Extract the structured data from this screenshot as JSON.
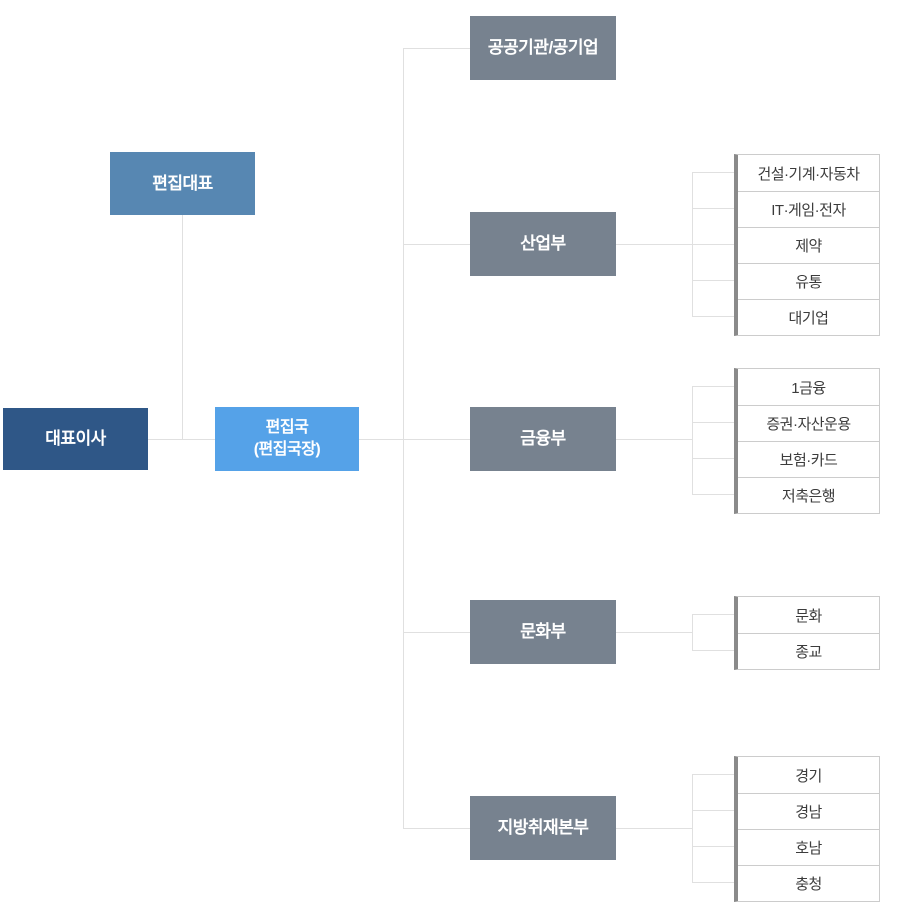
{
  "colors": {
    "ceo_box": "#2f5787",
    "editorial_rep_box": "#5787b2",
    "editorial_bureau_box": "#55a2e8",
    "department_box": "#77828f",
    "box_text": "#ffffff",
    "sub_item_text": "#3c3c3c",
    "sub_item_border": "#cccccc",
    "sub_item_accent_border": "#8a8a8a",
    "connector_line": "#e0e0e0"
  },
  "nodes": {
    "ceo": {
      "label": "대표이사"
    },
    "editorial_rep": {
      "label": "편집대표"
    },
    "editorial_bureau": {
      "label": "편집국\n(편집국장)"
    }
  },
  "departments": [
    {
      "label": "공공기관/공기업",
      "items": []
    },
    {
      "label": "산업부",
      "items": [
        "건설·기계·자동차",
        "IT·게임·전자",
        "제약",
        "유통",
        "대기업"
      ]
    },
    {
      "label": "금융부",
      "items": [
        "1금융",
        "증권·자산운용",
        "보험·카드",
        "저축은행"
      ]
    },
    {
      "label": "문화부",
      "items": [
        "문화",
        "종교"
      ]
    },
    {
      "label": "지방취재본부",
      "items": [
        "경기",
        "경남",
        "호남",
        "충청"
      ]
    }
  ]
}
